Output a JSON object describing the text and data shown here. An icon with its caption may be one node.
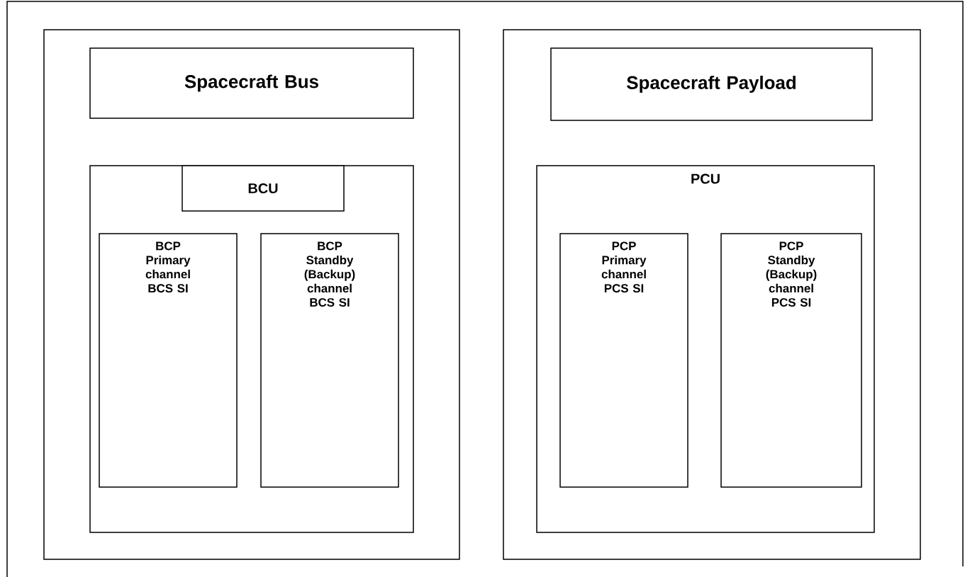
{
  "diagram": {
    "nodes": [
      {
        "text": [],
        "shape": "box"
      },
      {
        "text": [
          "Spacecraft Bus"
        ],
        "in": 0
      },
      {
        "text": [],
        "shape": "box",
        "in": 0
      },
      {
        "text": [
          "BCU"
        ],
        "in": 2
      },
      {
        "text": [
          "BCP Primary channel BCS SI"
        ],
        "in": 2
      },
      {
        "text": [
          "BCP Standby (Backup) channel BCS SI"
        ],
        "in": 2
      },
      {
        "text": [],
        "shape": "box"
      },
      {
        "text": [
          "Spacecraft Payload"
        ],
        "in": 6
      },
      {
        "text": [
          "PCU"
        ],
        "in": 6
      },
      {
        "text": [
          "PCP Primary channel PCS SI"
        ],
        "in": 8
      },
      {
        "text": [
          "PCP Standby (Backup) channel PCS SI"
        ],
        "in": 8
      }
    ],
    "edges": []
  }
}
